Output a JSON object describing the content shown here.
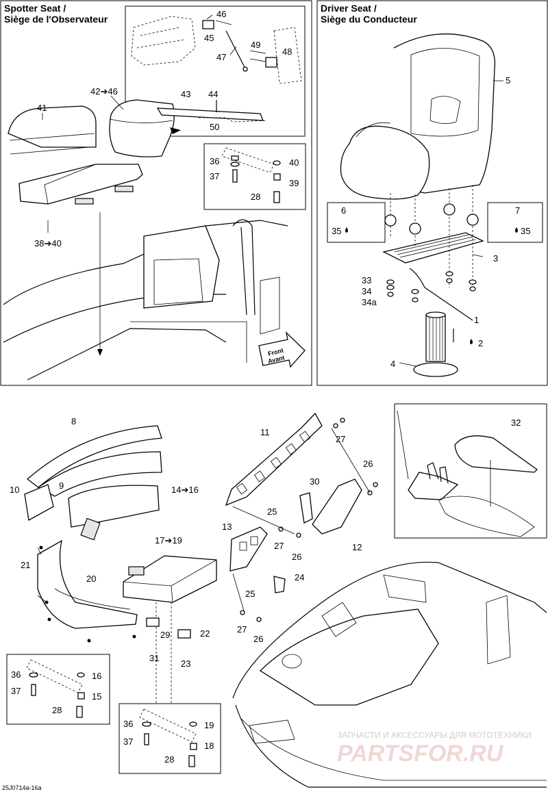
{
  "panels": {
    "spotter_title_line1": "Spotter Seat /",
    "spotter_title_line2": "Siège de l'Observateur",
    "driver_title_line1": "Driver Seat /",
    "driver_title_line2": "Siège du Conducteur"
  },
  "front_arrow": {
    "line1": "Front",
    "line2": "Avant"
  },
  "callouts": {
    "c46": "46",
    "c45": "45",
    "c47": "47",
    "c49": "49",
    "c48": "48",
    "c42_46": "42➔46",
    "c43": "43",
    "c44": "44",
    "c41": "41",
    "c50": "50",
    "c36a": "36",
    "c40a": "40",
    "c37a": "37",
    "c39": "39",
    "c28a": "28",
    "c38_40": "38➔40",
    "c5": "5",
    "c6": "6",
    "c7": "7",
    "c35a": "35",
    "c35b": "35",
    "c3": "3",
    "c33": "33",
    "c34": "34",
    "c34a": "34a",
    "c1": "1",
    "c2": "2",
    "c4": "4",
    "c8": "8",
    "c10": "10",
    "c9": "9",
    "c14_16": "14➔16",
    "c11": "11",
    "c27a": "27",
    "c26a": "26",
    "c30": "30",
    "c25a": "25",
    "c13": "13",
    "c27b": "27",
    "c26b": "26",
    "c12": "12",
    "c21": "21",
    "c20": "20",
    "c17_19": "17➔19",
    "c24": "24",
    "c25b": "25",
    "c29": "29",
    "c22": "22",
    "c31": "31",
    "c23": "23",
    "c27c": "27",
    "c26c": "26",
    "c32": "32",
    "c36b": "36",
    "c16": "16",
    "c37b": "37",
    "c15": "15",
    "c28b": "28",
    "c36c": "36",
    "c19": "19",
    "c37c": "37",
    "c18": "18",
    "c28c": "28"
  },
  "watermark": {
    "top_text": "ЗАПЧАСТИ И АКСЕССУАРЫ ДЛЯ МОТОТЕХНИКИ",
    "logo": "PARTSFOR.RU"
  },
  "reference_code": "25J0714a-16a"
}
